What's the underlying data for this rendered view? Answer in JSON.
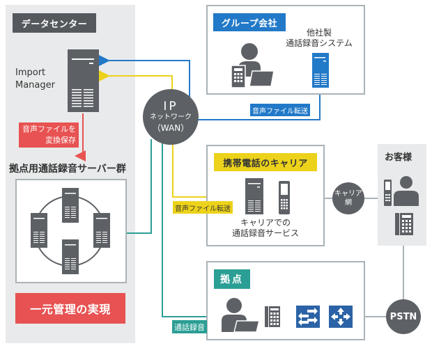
{
  "datacenter": {
    "title": "データセンター",
    "import_manager": [
      "Import",
      "Manager"
    ],
    "convert_label": [
      "音声ファイルを",
      "変換保存"
    ],
    "server_group_title": "拠点用通話録音サーバー群",
    "unified_label": "一元管理の実現"
  },
  "network": {
    "ip_line1": "IP",
    "ip_line2": "ネットワーク",
    "ip_line3": "（WAN）",
    "carrier_net_line1": "キャリア",
    "carrier_net_line2": "網",
    "pstn": "PSTN"
  },
  "group_company": {
    "title": "グループ会社",
    "system_label_line1": "他社製",
    "system_label_line2": "通話録音システム",
    "transfer_label": "音声ファイル転送"
  },
  "carrier": {
    "title": "携帯電話のキャリア",
    "transfer_label": "音声ファイル転送",
    "service_label_line1": "キャリアでの",
    "service_label_line2": "通話録音サービス"
  },
  "customer": {
    "title": "お客様"
  },
  "branch": {
    "title": "拠点",
    "recording_label": "通話録音"
  },
  "colors": {
    "blue": "#2279c8",
    "yellow": "#ecd21a",
    "teal": "#2b9e95",
    "red": "#e85252",
    "dark": "#55595e",
    "gray_line": "#a9b2b7"
  }
}
